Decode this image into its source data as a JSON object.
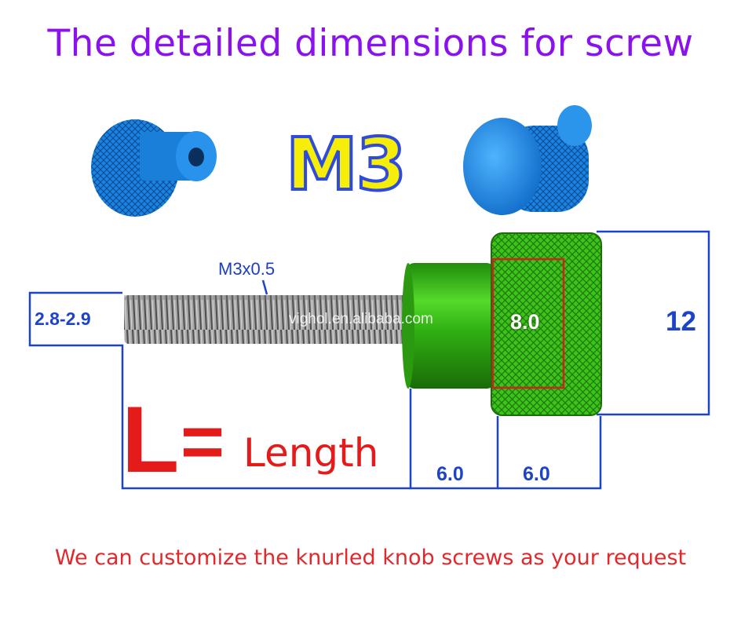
{
  "title": "The detailed dimensions for screw",
  "model": "M3",
  "footer": "We can customize the knurled knob screws as your request",
  "watermark": "vighol.en.alibaba.com",
  "dimensions": {
    "thread": "M3x0.5",
    "thread_diameter": "2.8-2.9",
    "head_diameter": "12",
    "neck_length": "6.0",
    "knob_length": "6.0",
    "inner_diameter": "8.0"
  },
  "length_legend": {
    "letter": "L",
    "equals": "=",
    "word": "Length"
  },
  "colors": {
    "title": "#8a12ee",
    "model_fill": "#f6ee08",
    "model_outline": "#2e4bdc",
    "dimension_lines": "#1d44c8",
    "length_text": "#e41b1b",
    "knob_blue": "#1a86e0",
    "knob_green": "#3cc21a",
    "steel": "#9a9a9a"
  }
}
